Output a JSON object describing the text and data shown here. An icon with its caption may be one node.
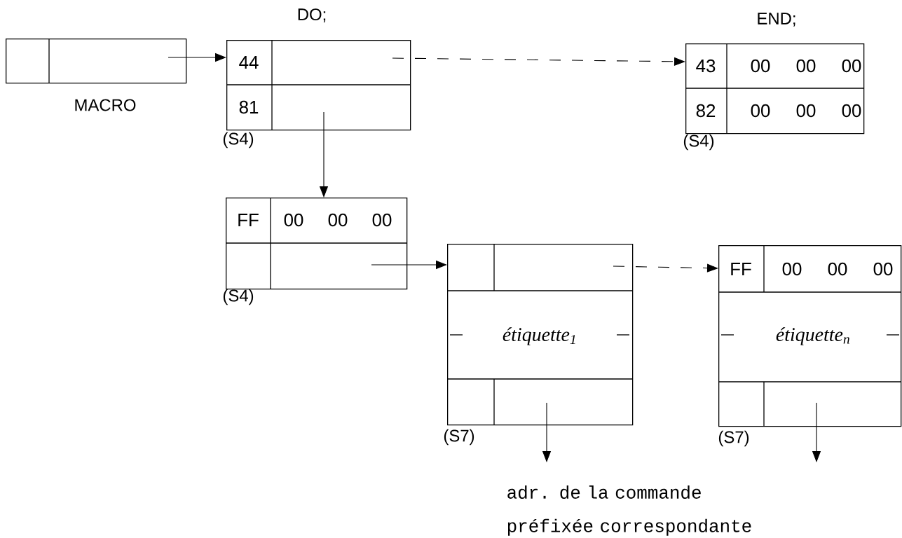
{
  "diagram": {
    "nodes": [
      {
        "text": [],
        "shape": "box",
        "beside": [
          "MACRO"
        ]
      },
      {
        "text": [
          "44",
          "81"
        ],
        "beside": [
          "DO;",
          "(S4)"
        ]
      },
      {
        "text": [
          "43",
          "00",
          "00",
          "00",
          "82",
          "00",
          "00",
          "00"
        ],
        "beside": [
          "END;",
          "(S4)"
        ]
      },
      {
        "text": [
          "FF",
          "00",
          "00",
          "00"
        ],
        "beside": [
          "(S4)"
        ]
      },
      {
        "text": [
          "étiquette$_{1}$"
        ],
        "beside": [
          "(S7)"
        ]
      },
      {
        "text": [
          "FF",
          "00",
          "00",
          "00",
          "étiquette$_{n}$"
        ],
        "beside": [
          "(S7)"
        ]
      },
      {
        "text": [
          "adr. de la commande préfixée correspondante"
        ]
      }
    ],
    "edges": [
      {
        "from": 0,
        "to": 1,
        "arrow": "to"
      },
      {
        "from": 1,
        "to": 2,
        "arrow": "to",
        "style": "dashed"
      },
      {
        "from": 1,
        "to": 3,
        "arrow": "to"
      },
      {
        "from": 3,
        "to": 4,
        "arrow": "to"
      },
      {
        "from": 4,
        "to": 5,
        "arrow": "to",
        "style": "dashed"
      },
      {
        "from": 4,
        "to": 6,
        "arrow": "to"
      },
      {
        "from": 5,
        "to": null,
        "arrow": "to"
      }
    ]
  }
}
